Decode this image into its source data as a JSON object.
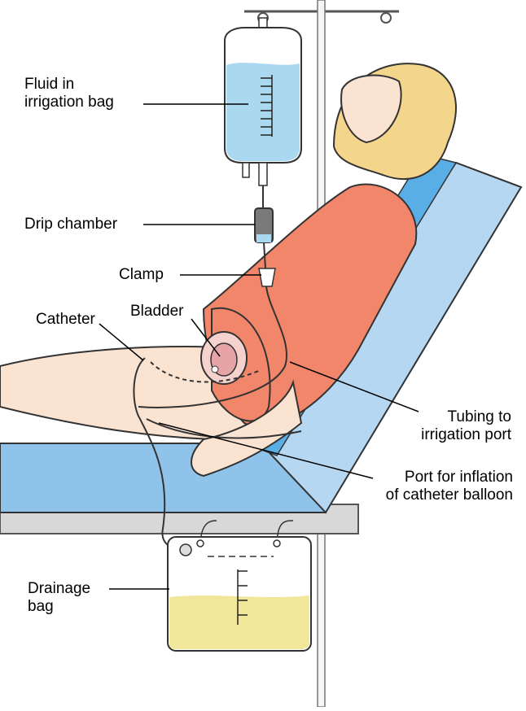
{
  "labels": {
    "fluid": "Fluid in\nirrigation bag",
    "drip": "Drip chamber",
    "clamp": "Clamp",
    "catheter": "Catheter",
    "bladder": "Bladder",
    "tubing": "Tubing to\nirrigation port",
    "port": "Port for inflation\nof catheter balloon",
    "drainage": "Drainage\nbag"
  },
  "colors": {
    "irrigation_fluid": "#a9d8f0",
    "drainage_fluid": "#f0e79a",
    "bed_blue": "#8fc3ea",
    "gown": "#f2866a",
    "skin": "#fbe3d2",
    "hair": "#f3d58c",
    "bladder": "#e7a4a6"
  }
}
